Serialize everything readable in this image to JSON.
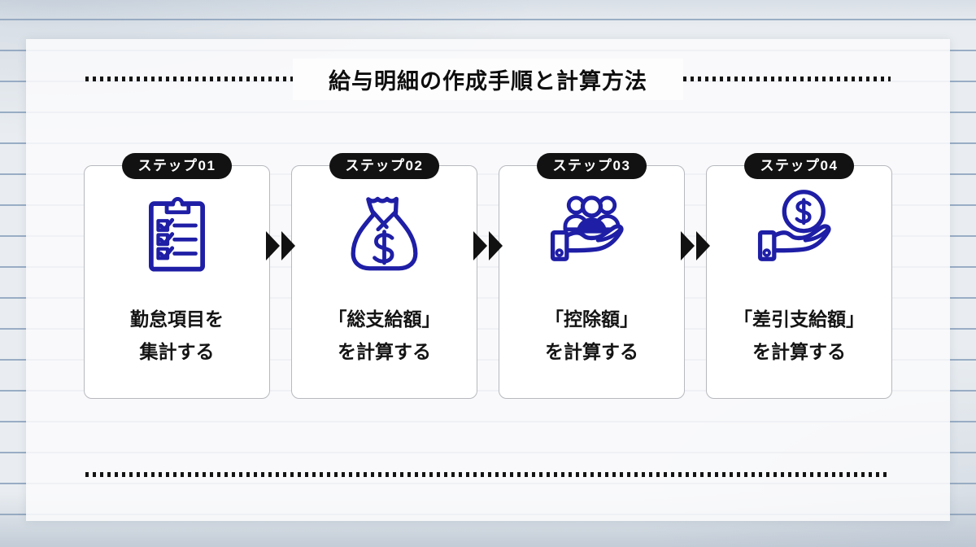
{
  "title": "給与明細の作成手順と計算方法",
  "steps": [
    {
      "badge": "ステップ01",
      "icon": "checklist-clipboard-icon",
      "label_line1": "勤怠項目を",
      "label_line2": "集計する"
    },
    {
      "badge": "ステップ02",
      "icon": "money-bag-icon",
      "label_line1": "「総支給額」",
      "label_line2": "を計算する"
    },
    {
      "badge": "ステップ03",
      "icon": "people-in-hand-icon",
      "label_line1": "「控除額」",
      "label_line2": "を計算する"
    },
    {
      "badge": "ステップ04",
      "icon": "coin-in-hand-icon",
      "label_line1": "「差引支給額」",
      "label_line2": "を計算する"
    }
  ],
  "colors": {
    "icon_blue": "#1e1ea6",
    "badge_black": "#121212",
    "paper_line_blue": "#6482a8",
    "paper_background": "#e9edf1",
    "card_background": "#ffffff"
  }
}
